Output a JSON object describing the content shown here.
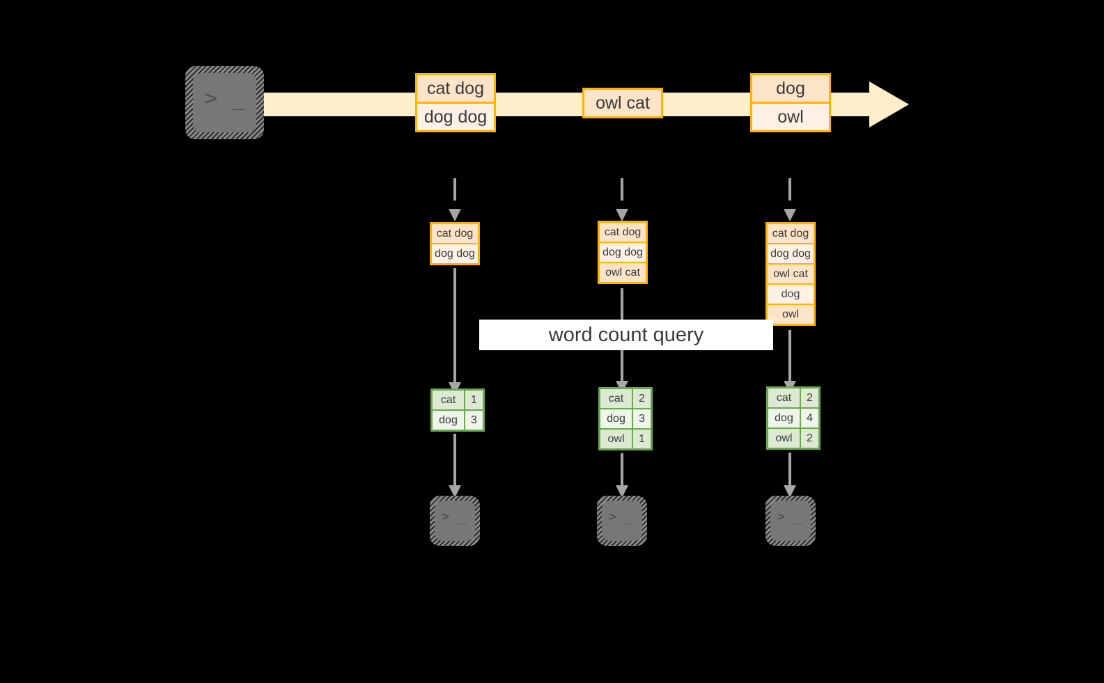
{
  "diagram": {
    "title_label": "word count query",
    "colors": {
      "stream_ribbon": "#ffeec7",
      "message_border": "#ffb300",
      "message_fill_a": "#fce4c8",
      "message_fill_b": "#fdf1e6",
      "table_border": "#6aa84f",
      "table_fill_a": "#dde9d2",
      "table_fill_b": "#eff5ea",
      "arrow": "#a6a6a6",
      "terminal_screen": "#777777",
      "background": "#000000"
    },
    "producer": {
      "icon": "terminal-icon",
      "prompt_glyph": "> _"
    },
    "stream": {
      "name": "input-stream",
      "messages": [
        {
          "lines": [
            "cat dog",
            "dog dog"
          ]
        },
        {
          "lines": [
            "owl cat"
          ]
        },
        {
          "lines": [
            "dog",
            "owl"
          ]
        }
      ]
    },
    "snapshots": [
      {
        "name": "snapshot-1",
        "log": [
          "cat dog",
          "dog dog"
        ],
        "counts": [
          {
            "word": "cat",
            "count": "1"
          },
          {
            "word": "dog",
            "count": "3"
          }
        ],
        "consumer_icon": "terminal-icon",
        "consumer_prompt": "> _"
      },
      {
        "name": "snapshot-2",
        "log": [
          "cat dog",
          "dog dog",
          "owl cat"
        ],
        "counts": [
          {
            "word": "cat",
            "count": "2"
          },
          {
            "word": "dog",
            "count": "3"
          },
          {
            "word": "owl",
            "count": "1"
          }
        ],
        "consumer_icon": "terminal-icon",
        "consumer_prompt": "> _"
      },
      {
        "name": "snapshot-3",
        "log": [
          "cat dog",
          "dog dog",
          "owl cat",
          "dog",
          "owl"
        ],
        "counts": [
          {
            "word": "cat",
            "count": "2"
          },
          {
            "word": "dog",
            "count": "4"
          },
          {
            "word": "owl",
            "count": "2"
          }
        ],
        "consumer_icon": "terminal-icon",
        "consumer_prompt": "> _"
      }
    ]
  }
}
